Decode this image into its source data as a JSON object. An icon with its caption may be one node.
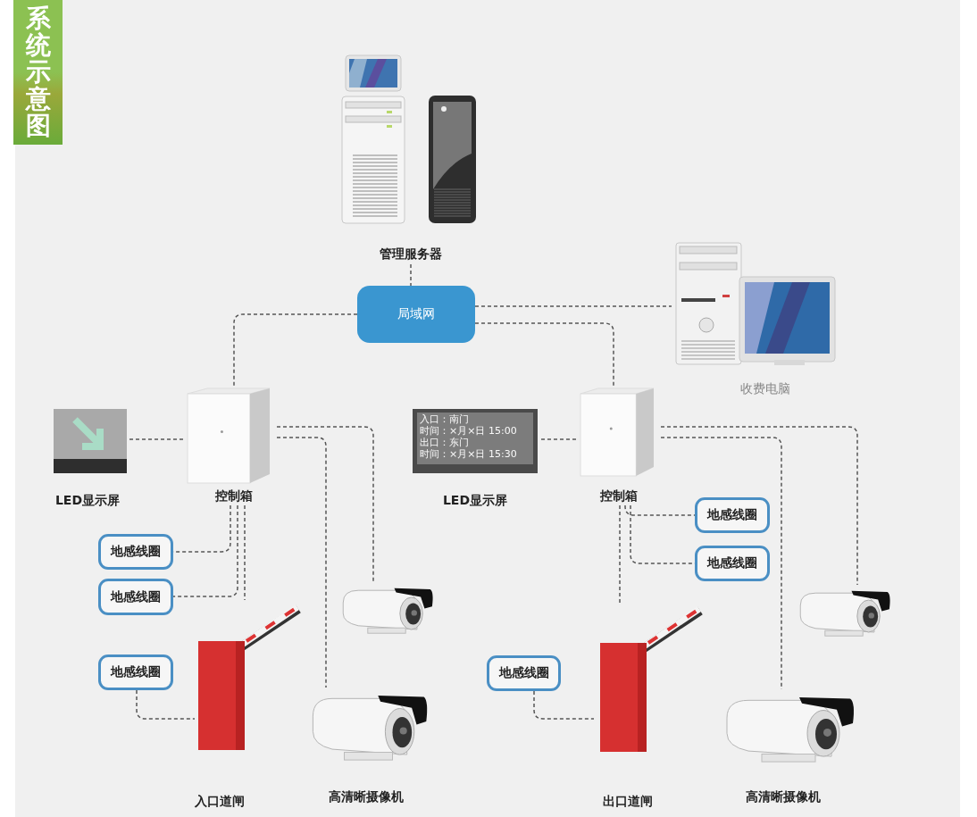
{
  "diagram": {
    "title": "系统示意图",
    "nodes": [
      {
        "text": [
          "管理服务器"
        ]
      },
      {
        "text": [
          "局域网"
        ]
      },
      {
        "text": [
          "收费电脑"
        ]
      },
      {
        "text": [
          "LED显示屏"
        ]
      },
      {
        "text": [
          "控制箱"
        ]
      },
      {
        "text": [
          "LED显示屏"
        ]
      },
      {
        "text": [
          "控制箱"
        ]
      },
      {
        "text": [
          "地感线圈"
        ]
      },
      {
        "text": [
          "地感线圈"
        ]
      },
      {
        "text": [
          "地感线圈"
        ]
      },
      {
        "text": [
          "入口道闸"
        ]
      },
      {
        "text": [],
        "shape": "picture"
      },
      {
        "text": [
          "高清晰摄像机"
        ]
      },
      {
        "text": [
          "地感线圈"
        ]
      },
      {
        "text": [
          "地感线圈"
        ]
      },
      {
        "text": [
          "地感线圈"
        ]
      },
      {
        "text": [
          "出口道闸"
        ]
      },
      {
        "text": [],
        "shape": "picture"
      },
      {
        "text": [
          "高清晰摄像机"
        ]
      }
    ],
    "edges": [
      {
        "from": 0,
        "to": 1,
        "arrow": "none"
      },
      {
        "from": 1,
        "to": 4,
        "arrow": "none"
      },
      {
        "from": 1,
        "to": 2,
        "arrow": "none"
      },
      {
        "from": 1,
        "to": 6,
        "arrow": "none"
      },
      {
        "from": 3,
        "to": 4,
        "arrow": "none"
      },
      {
        "from": 4,
        "to": 7,
        "arrow": "none"
      },
      {
        "from": 4,
        "to": 8,
        "arrow": "none"
      },
      {
        "from": 4,
        "to": 10,
        "arrow": "none"
      },
      {
        "from": 4,
        "to": 11,
        "arrow": "none"
      },
      {
        "from": 4,
        "to": 12,
        "arrow": "none"
      },
      {
        "from": 9,
        "to": 10,
        "arrow": "none"
      },
      {
        "from": 5,
        "to": 6,
        "arrow": "none"
      },
      {
        "from": 6,
        "to": 13,
        "arrow": "none"
      },
      {
        "from": 6,
        "to": 14,
        "arrow": "none"
      },
      {
        "from": 6,
        "to": 16,
        "arrow": "none"
      },
      {
        "from": 6,
        "to": 17,
        "arrow": "none"
      },
      {
        "from": 6,
        "to": 18,
        "arrow": "none"
      },
      {
        "from": 15,
        "to": 16,
        "arrow": "none"
      }
    ],
    "labels": [
      "入口：南门",
      "时间：×月×日 15:00",
      "出口：东门",
      "时间：×月×日 15:30"
    ]
  }
}
